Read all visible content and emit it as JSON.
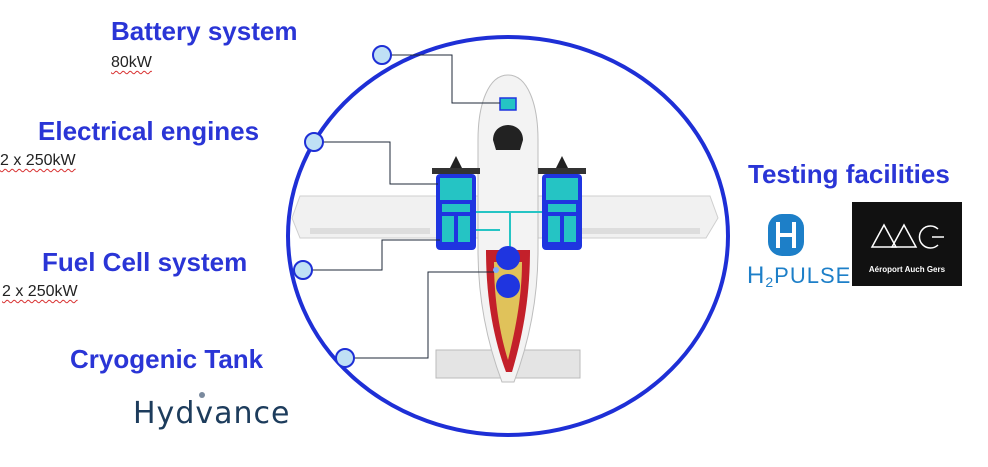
{
  "components": {
    "battery": {
      "title": "Battery system",
      "value": "80kW"
    },
    "engines": {
      "title": "Electrical engines",
      "value": "2 x 250kW"
    },
    "fuel_cell": {
      "title": "Fuel Cell system",
      "value": "2 x 250kW"
    },
    "tank": {
      "title": "Cryogenic Tank",
      "brand": "Hydvance"
    }
  },
  "testing": {
    "title": "Testing facilities",
    "partner1": {
      "prefix": "H",
      "sub": "2",
      "name": "PULSE"
    },
    "partner2": {
      "caption": "Aéroport Auch Gers"
    }
  },
  "colors": {
    "accent_blue": "#2a35d6",
    "circle_stroke": "#1e2fd6",
    "node_fill": "#bfe0f5",
    "engine_teal": "#25c4c4",
    "system_blue": "#1f35e0",
    "fuselage_red": "#c3202a",
    "fuselage_gold": "#e0c25a"
  }
}
